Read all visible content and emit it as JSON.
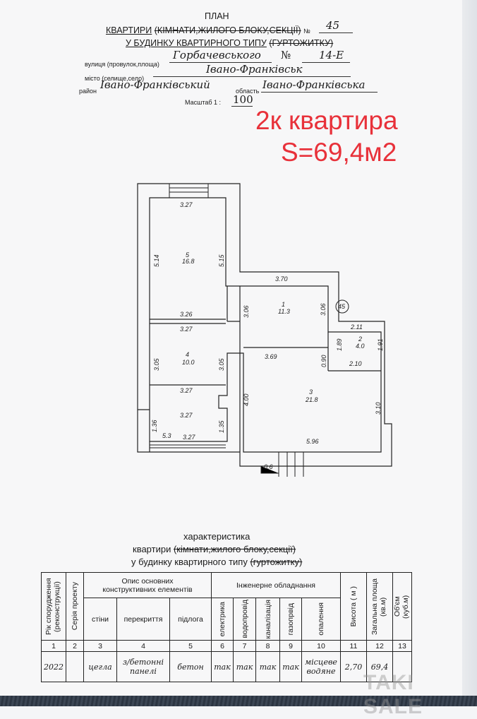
{
  "header": {
    "title": "ПЛАН",
    "line1_main": "КВАРТИРИ",
    "line1_struck": "(КІМНАТИ,ЖИЛОГО БЛОКУ,СЕКЦІЇ)",
    "line1_no": "№",
    "apartment_number": "45",
    "line2_main": "У БУДИНКУ КВАРТИРНОГО ТИПУ",
    "line2_struck": "(ГУРТОЖИТКУ)",
    "street_label": "вулиця (провулок,площа)",
    "street": "Горбачевського",
    "house_no_label": "№",
    "house_number": "14-Е",
    "city_label": "місто (селище,село)",
    "city": "Івано-Франківськ",
    "district_label": "район",
    "district": "Івано-Франківський",
    "region_label": "область",
    "region": "Івано-Франківська",
    "scale_label": "Масштаб 1 :",
    "scale": "100"
  },
  "annotation": {
    "line1": "2к квартира",
    "line2": "S=69,4м2",
    "color": "#e8313a"
  },
  "plan": {
    "rooms": [
      {
        "number": "5",
        "area": "16.8"
      },
      {
        "number": "1",
        "area": "11.3"
      },
      {
        "number": "2",
        "area": "4.0"
      },
      {
        "number": "4",
        "area": "10.0"
      },
      {
        "number": "3",
        "area": "21.8"
      }
    ],
    "balcony_area": "5.3",
    "apartment_marker": "45",
    "dims": [
      "3.27",
      "5.14",
      "5.15",
      "3.70",
      "3.06",
      "3.06",
      "3.26",
      "3.27",
      "2.11",
      "1.89",
      "1.91",
      "3.69",
      "0.90",
      "2.10",
      "3.05",
      "3.05",
      "4.00",
      "3.10",
      "3.27",
      "3.27",
      "1.36",
      "1.35",
      "3.27",
      "5.96",
      "0.6"
    ]
  },
  "characteristics": {
    "title": "характеристика",
    "subtitle1_main": "квартири",
    "subtitle1_struck": "(кімнати,жилого блоку,секції)",
    "subtitle2_main": "у будинку квартирного типу",
    "subtitle2_struck": "(гуртожитку)",
    "headers": {
      "year": "Рік спорудження (реконструкції)",
      "series": "Серія проекту",
      "construction": "Опис основних конструктивних елементів",
      "walls": "стіни",
      "floors_ceiling": "перекриття",
      "floor": "підлога",
      "engineering": "Інженерне обладнання",
      "electricity": "електрика",
      "water": "водопровід",
      "sewer": "каналізація",
      "gas": "газопрвід",
      "heating": "опалення",
      "height": "Висота ( м )",
      "total_area": "Загальна площа (кв.м)",
      "volume": "Об'єм (куб.м)"
    },
    "column_numbers": [
      "1",
      "2",
      "3",
      "4",
      "5",
      "6",
      "7",
      "8",
      "9",
      "10",
      "11",
      "12",
      "13"
    ],
    "row": {
      "year": "2022",
      "series": "",
      "walls": "цегла",
      "floors_ceiling": "з/бетонні панелі",
      "floor": "бетон",
      "electricity": "так",
      "water": "так",
      "sewer": "так",
      "gas": "так",
      "heating": "місцеве водяне",
      "height": "2,70",
      "total_area": "69,4",
      "volume": ""
    }
  },
  "watermark": "TAKI SALE"
}
